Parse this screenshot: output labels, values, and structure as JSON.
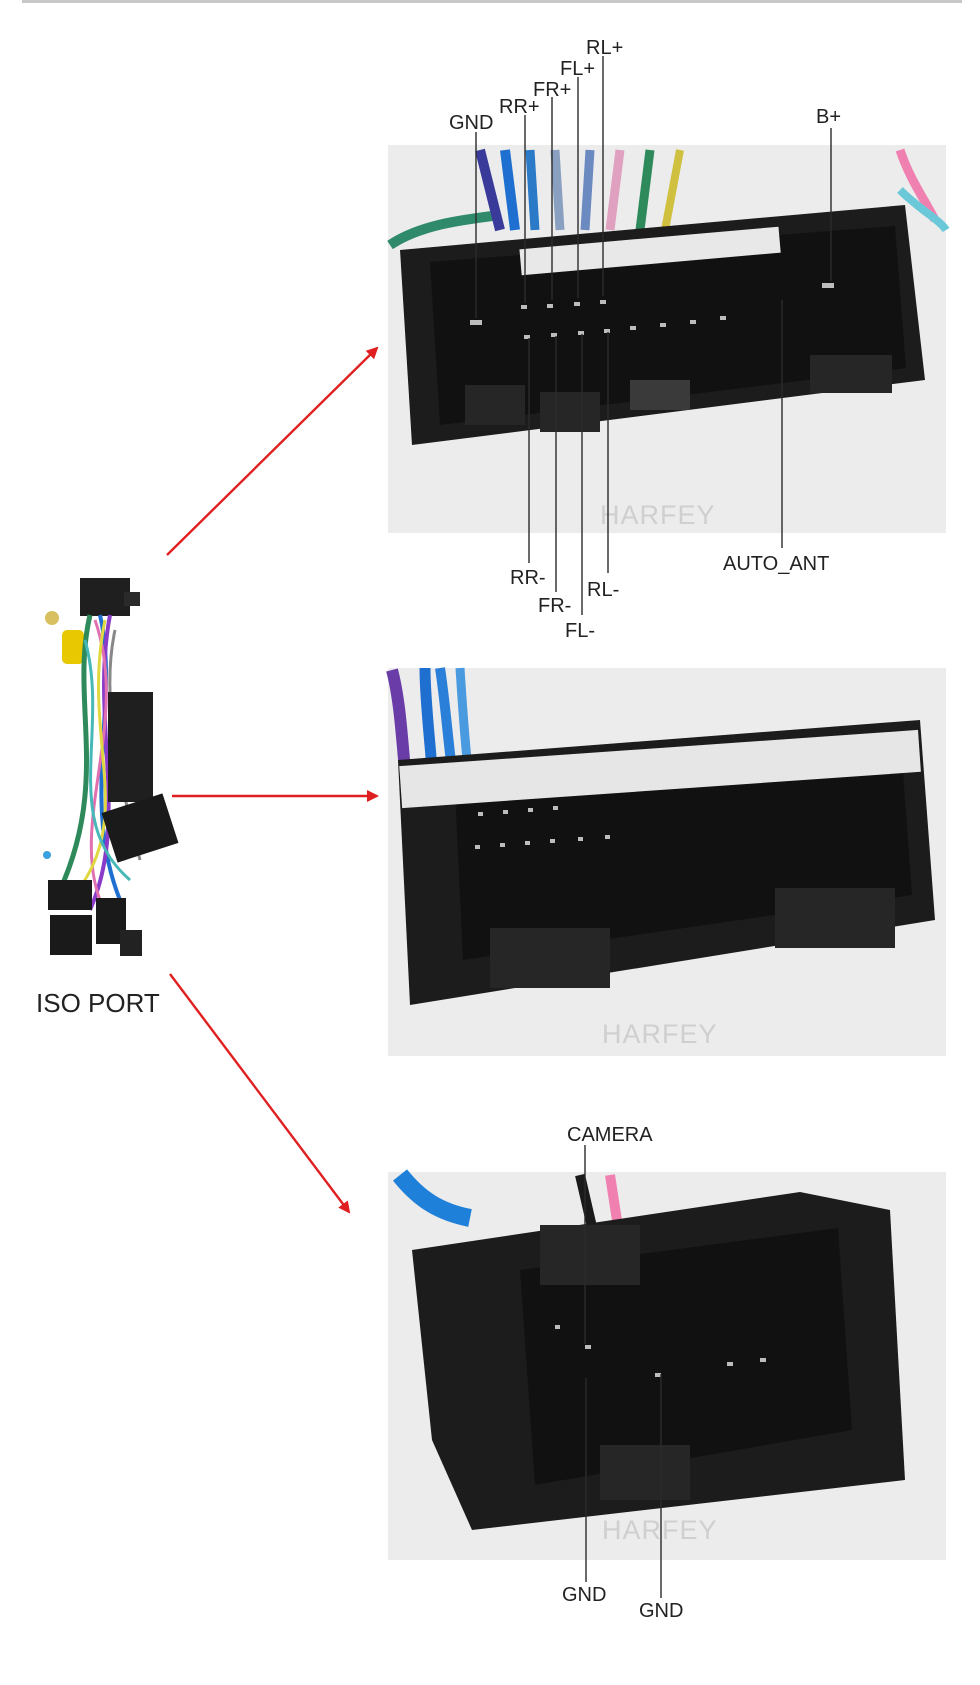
{
  "iso_label": "ISO PORT",
  "brand": "HARFEY",
  "colors": {
    "arrow": "#e02020",
    "connector": "#1c1c1c",
    "photo_bg": "#ececec",
    "leader": "#2b2b2b"
  },
  "connector_top": {
    "labels": {
      "rl_plus": "RL+",
      "fl_plus": "FL+",
      "fr_plus": "FR+",
      "rr_plus": "RR+",
      "gnd": "GND",
      "b_plus": "B+",
      "rr_minus": "RR-",
      "fr_minus": "FR-",
      "fl_minus": "FL-",
      "rl_minus": "RL-",
      "auto_ant": "AUTO_ANT"
    }
  },
  "connector_bottom": {
    "labels": {
      "camera": "CAMERA",
      "gnd_left": "GND",
      "gnd_right": "GND"
    }
  }
}
